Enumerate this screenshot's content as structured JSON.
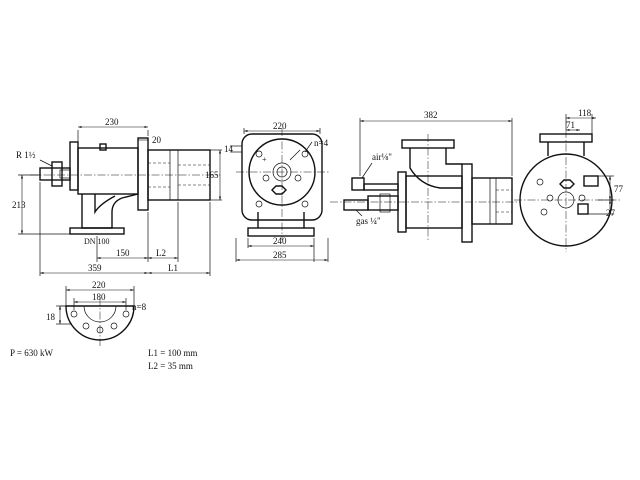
{
  "side_view": {
    "dim_length_top": "230",
    "dim_flange": "20",
    "dim_height": "165",
    "dim_total_height": "213",
    "pipe_thread": "R 1½",
    "inlet_size": "DN 100",
    "dim_150": "150",
    "dim_l2": "L2",
    "dim_total_length": "359",
    "dim_l1": "L1"
  },
  "front_view": {
    "dim_top": "220",
    "dim_hole_count": "n=4",
    "dim_offset": "14",
    "dim_base_inner": "240",
    "dim_base_outer": "285"
  },
  "perspective_view": {
    "dim_length": "382",
    "air_label": "air⅛\"",
    "gas_label": "gas ¼\""
  },
  "end_view": {
    "dim_width": "118",
    "dim_offset": "71",
    "dim_77": "77",
    "dim_27": "27"
  },
  "flange_view": {
    "dim_outer": "220",
    "dim_inner": "180",
    "dim_holes": "n=8",
    "dim_thickness": "18"
  },
  "notes": {
    "power": "P = 630 kW",
    "l1_value": "L1 = 100 mm",
    "l2_value": "L2 = 35 mm"
  }
}
